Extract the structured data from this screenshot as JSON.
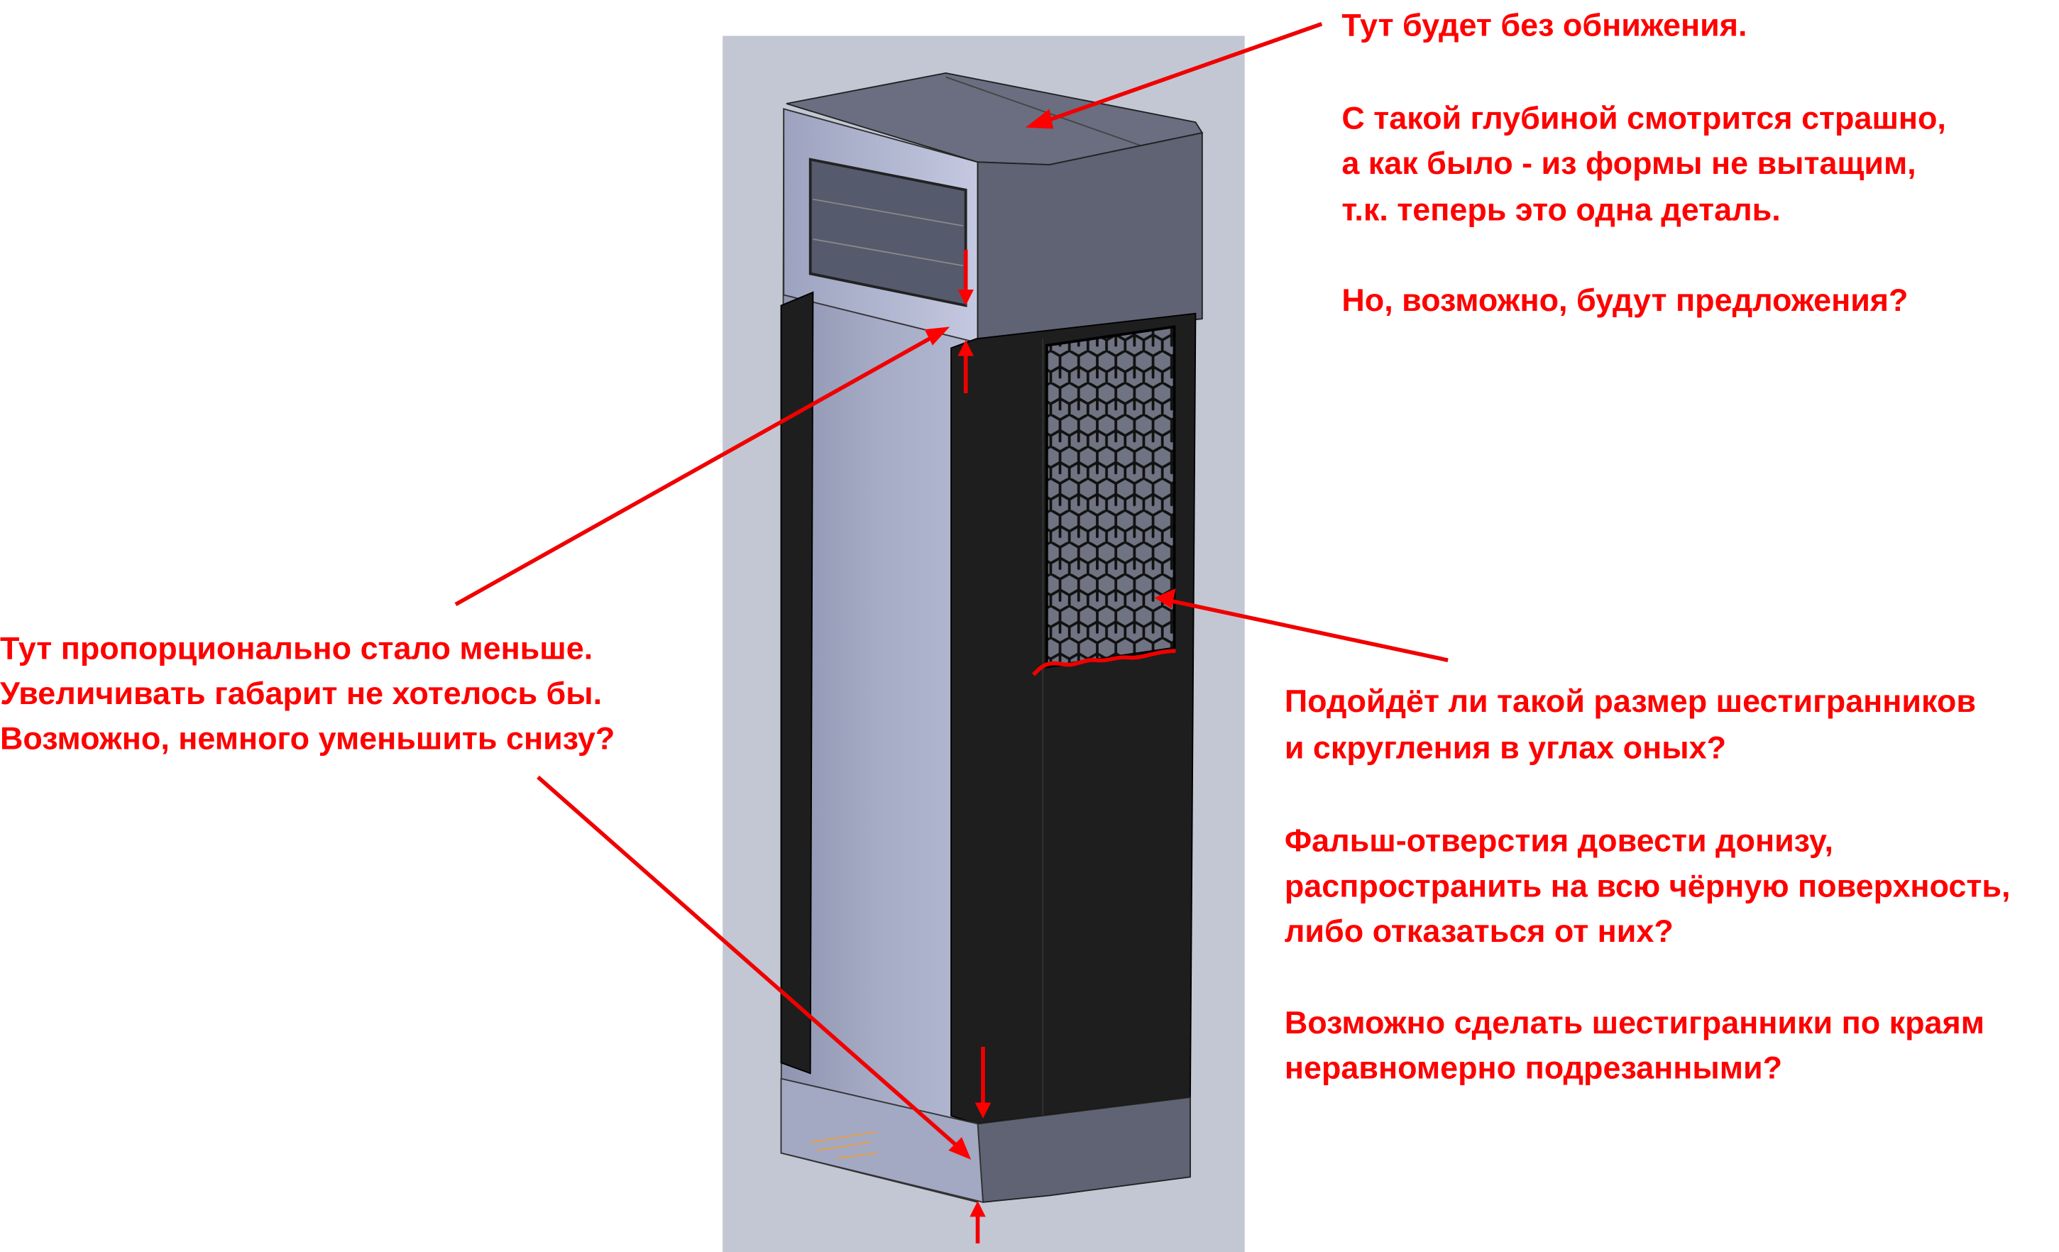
{
  "annotations": {
    "top_right": [
      "Тут будет без обнижения.",
      "С такой глубиной смотрится страшно,",
      "а как было - из формы не вытащим,",
      "т.к. теперь это одна деталь.",
      "Но, возможно, будут предложения?"
    ],
    "left": [
      "Тут пропорционально стало меньше.",
      "Увеличивать габарит не хотелось бы.",
      "Возможно, немного уменьшить снизу?"
    ],
    "right_middle": [
      "Подойдёт ли такой размер шестигранников",
      "и скругления в углах оных?",
      "Фальш-отверстия довести донизу,",
      "распространить на всю чёрную поверхность,",
      "либо отказаться от них?",
      "Возможно сделать шестигранники по краям",
      "неравномерно подрезанными?"
    ]
  },
  "colors": {
    "annotation": "#ff0000",
    "background_panel": "#c3c7d3",
    "body_light": "#a6abc6",
    "body_dark": "#1e1e1e",
    "cap_dark": "#5f6374"
  }
}
